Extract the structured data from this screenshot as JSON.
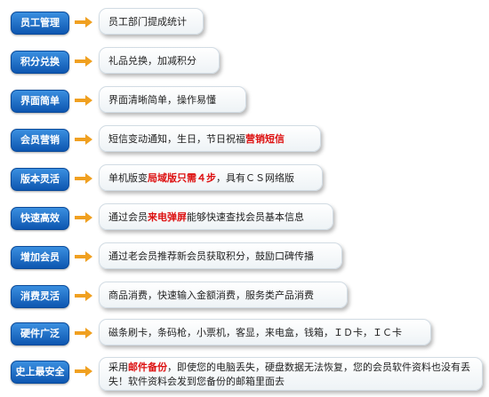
{
  "colors": {
    "badge_top": "#3b8fe0",
    "badge_bottom": "#0d56b0",
    "arrow": "#f0a020",
    "highlight": "#dd1111"
  },
  "rows": [
    {
      "label": "员工管理",
      "text": "员工部门提成统计"
    },
    {
      "label": "积分兑换",
      "text": "礼品兑换，加减积分"
    },
    {
      "label": "界面简单",
      "text": "界面清晰简单，操作易懂"
    },
    {
      "label": "会员营销",
      "text_a": "短信变动通知，生日，节日祝福",
      "text_red": "营销短信"
    },
    {
      "label": "版本灵活",
      "text_a": "单机版变",
      "text_red": "局域版只需４步",
      "text_b": "，具有ＣＳ网络版"
    },
    {
      "label": "快速高效",
      "text_a": "通过会员",
      "text_red": "来电弹屏",
      "text_b": "能够快速查找会员基本信息"
    },
    {
      "label": "增加会员",
      "text": "通过老会员推荐新会员获取积分，鼓励口碑传播"
    },
    {
      "label": "消费灵活",
      "text": "商品消费，快速输入金额消费，服务类产品消费"
    },
    {
      "label": "硬件广泛",
      "text": "磁条刷卡，条码枪，小票机，客显，来电盒，钱箱，ＩＤ卡，ＩＣ卡"
    },
    {
      "label": "史上最安全",
      "text_a": "采用",
      "text_red": "邮件备份",
      "text_b": "，即使您的电脑丢失，硬盘数据无法恢复，您的会员软件资料也没有丢失！软件资料会发到您备份的邮箱里面去"
    }
  ]
}
